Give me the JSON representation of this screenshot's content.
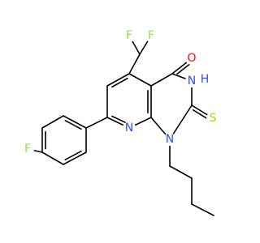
{
  "molecule": {
    "colors": {
      "bond": "#000000",
      "F": "#90e050",
      "O": "#ff0d0d",
      "N": "#3050f8",
      "S": "#c6c600"
    },
    "atoms": {
      "F1": "F",
      "F2": "F",
      "O": "O",
      "N_H": "N",
      "H": "H",
      "S": "S",
      "N_ring": "N",
      "N_butyl": "N",
      "F_aryl": "F"
    }
  }
}
